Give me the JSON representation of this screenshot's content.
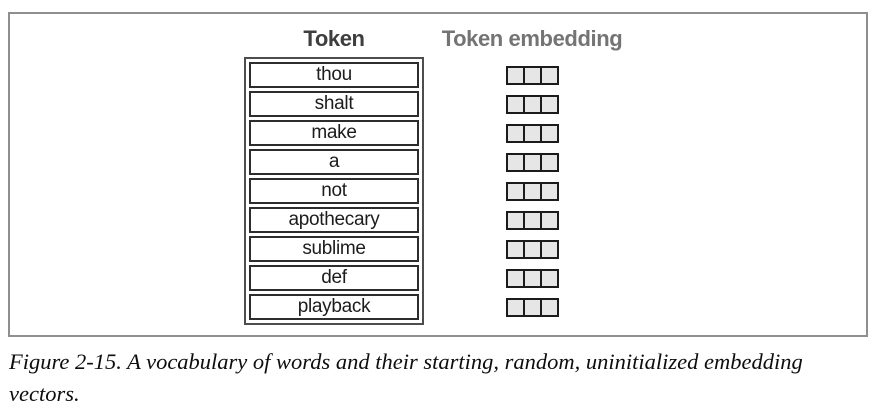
{
  "figure": {
    "headers": {
      "token": "Token",
      "embedding": "Token embedding"
    },
    "tokens": [
      "thou",
      "shalt",
      "make",
      "a",
      "not",
      "apothecary",
      "sublime",
      "def",
      "playback"
    ],
    "embedding_cells_per_token": 3,
    "colors": {
      "frame_border": "#8f8f8f",
      "table_outer_border": "#4d4d4d",
      "row_border": "#2d2d2d",
      "token_header_text": "#3e3e3e",
      "embedding_header_text": "#747474",
      "embedding_cell_fill": "#e6e6e6",
      "embedding_cell_border": "#1b1b1b",
      "caption_text": "#0e0e0e"
    }
  },
  "caption": "Figure 2-15. A vocabulary of words and their starting, random, uninitialized embedding vectors."
}
